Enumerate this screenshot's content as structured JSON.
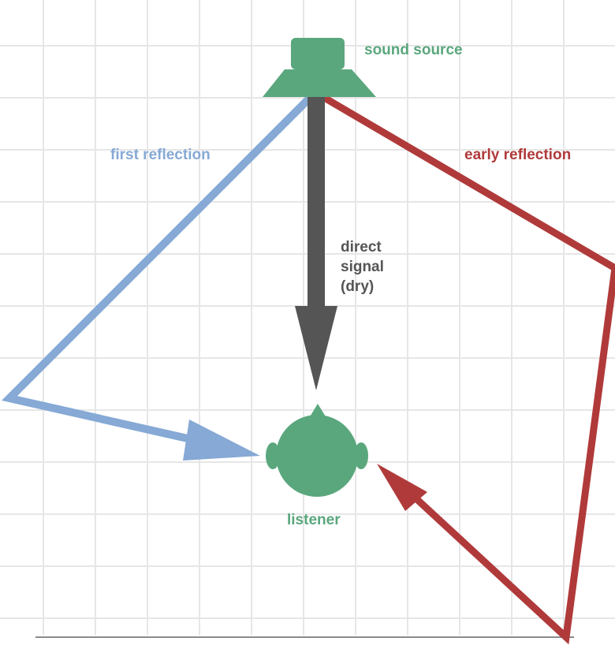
{
  "labels": {
    "sound_source": "sound source",
    "listener": "listener",
    "first_reflection": "first reflection",
    "early_reflection": "early reflection",
    "direct_line1": "direct",
    "direct_line2": "signal",
    "direct_line3": "(dry)"
  },
  "colors": {
    "green": "#5aa77d",
    "blue": "#86a9d5",
    "red": "#b03a3a",
    "dark_gray": "#555555",
    "grid": "#e6e6e6",
    "baseline": "#8a8a8a"
  },
  "icons": {
    "source": "speaker-icon",
    "listener": "head-icon"
  }
}
